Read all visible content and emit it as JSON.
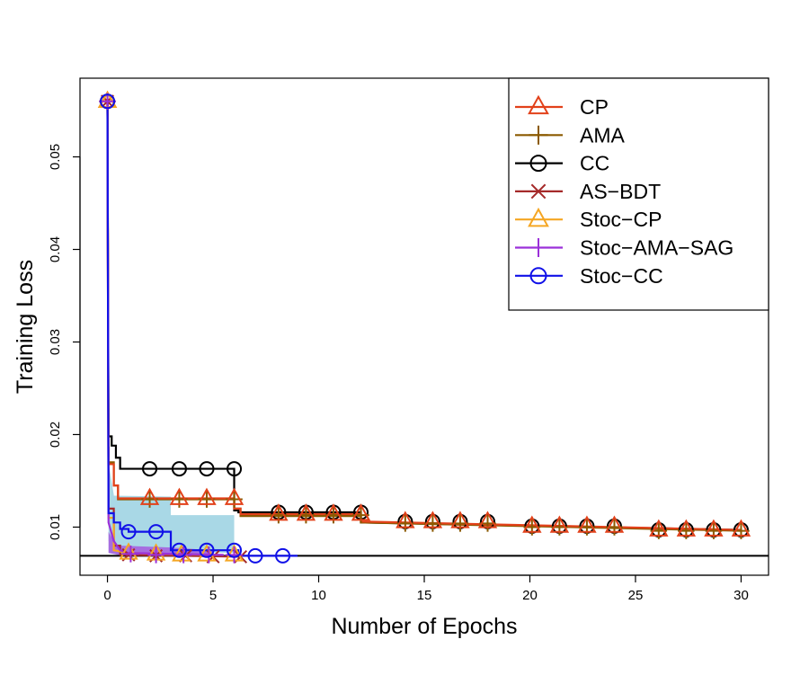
{
  "chart_data": {
    "type": "line",
    "title": "",
    "xlabel": "Number of Epochs",
    "ylabel": "Training Loss",
    "xlim": [
      -1.3,
      31.3
    ],
    "ylim": [
      0.0048,
      0.0585
    ],
    "x_ticks": [
      0,
      5,
      10,
      15,
      20,
      25,
      30
    ],
    "y_ticks": [
      0.01,
      0.02,
      0.03,
      0.04,
      0.05
    ],
    "x_tick_labels": [
      "0",
      "5",
      "10",
      "15",
      "20",
      "25",
      "30"
    ],
    "y_tick_labels": [
      "0.01",
      "0.02",
      "0.03",
      "0.04",
      "0.05"
    ],
    "grid": false,
    "legend_position": "top-right",
    "reference_line": {
      "y": 0.0069,
      "color": "#000000"
    },
    "bands": [
      {
        "series": "Stoc-CC",
        "color": "#a9d8e6",
        "x": [
          0.05,
          0.3,
          0.3,
          3.0,
          3.0,
          6.0,
          6.0
        ],
        "lower": [
          0.0085,
          0.008,
          0.0078,
          0.0076,
          0.0074,
          0.0072,
          0.0072
        ],
        "upper": [
          0.017,
          0.0135,
          0.0134,
          0.0133,
          0.0113,
          0.0113,
          0.0075
        ]
      },
      {
        "series": "Stoc-AMA-SAG",
        "color": "#a66ee0",
        "x": [
          0.05,
          0.3,
          0.5,
          3.0,
          5.0
        ],
        "lower": [
          0.0072,
          0.0071,
          0.007,
          0.007,
          0.007
        ],
        "upper": [
          0.0095,
          0.0085,
          0.008,
          0.0078,
          0.0075
        ]
      }
    ],
    "series": [
      {
        "name": "CC",
        "color": "#000000",
        "marker": "circle",
        "x": [
          0,
          0.05,
          0.2,
          0.2,
          0.4,
          0.4,
          0.6,
          0.6,
          6.0,
          6.0,
          6.2,
          6.2,
          12.0,
          12.0,
          30.0
        ],
        "y": [
          0.056,
          0.0198,
          0.0198,
          0.0188,
          0.0188,
          0.0175,
          0.0175,
          0.0163,
          0.0163,
          0.0118,
          0.0118,
          0.0116,
          0.0116,
          0.0105,
          0.0097
        ],
        "markers_x": [
          0,
          2.0,
          3.4,
          4.7,
          6.0,
          8.1,
          9.4,
          10.7,
          12.0,
          14.1,
          15.4,
          16.7,
          18.0,
          20.1,
          21.4,
          22.7,
          24.0,
          26.1,
          27.4,
          28.7,
          30.0
        ],
        "markers_y": [
          0.056,
          0.0163,
          0.0163,
          0.0163,
          0.0163,
          0.0116,
          0.0116,
          0.0116,
          0.0116,
          0.0106,
          0.0106,
          0.0106,
          0.0106,
          0.0101,
          0.0101,
          0.0101,
          0.0101,
          0.0097,
          0.0097,
          0.0097,
          0.0097
        ]
      },
      {
        "name": "AMA",
        "color": "#8b5a00",
        "marker": "plus",
        "x": [
          0,
          0.05,
          0.3,
          0.3,
          0.5,
          0.5,
          6.0,
          6.0,
          6.3,
          6.3,
          12.0,
          12.0,
          30.0
        ],
        "y": [
          0.056,
          0.017,
          0.017,
          0.0145,
          0.0145,
          0.013,
          0.013,
          0.012,
          0.012,
          0.0112,
          0.0112,
          0.0105,
          0.0096
        ],
        "markers_x": [
          0,
          2.0,
          3.4,
          4.7,
          6.0,
          8.1,
          9.4,
          10.7,
          12.0,
          14.1,
          15.4,
          16.7,
          18.0,
          20.1,
          21.4,
          22.7,
          24.0,
          26.1,
          27.4,
          28.7,
          30.0
        ],
        "markers_y": [
          0.056,
          0.013,
          0.013,
          0.013,
          0.013,
          0.0113,
          0.0113,
          0.0113,
          0.0113,
          0.0104,
          0.0104,
          0.0104,
          0.0104,
          0.01,
          0.01,
          0.01,
          0.01,
          0.0096,
          0.0096,
          0.0096,
          0.0096
        ]
      },
      {
        "name": "CP",
        "color": "#e2411a",
        "marker": "triangle",
        "x": [
          0,
          0.05,
          0.3,
          0.3,
          0.5,
          0.5,
          6.0,
          6.0,
          6.3,
          6.3,
          12.0,
          12.0,
          30.0
        ],
        "y": [
          0.056,
          0.0168,
          0.0168,
          0.0145,
          0.0145,
          0.0131,
          0.0131,
          0.012,
          0.012,
          0.0114,
          0.0114,
          0.0106,
          0.0097
        ],
        "markers_x": [
          0,
          2.0,
          3.4,
          4.7,
          6.0,
          8.1,
          9.4,
          10.7,
          12.0,
          14.1,
          15.4,
          16.7,
          18.0,
          20.1,
          21.4,
          22.7,
          24.0,
          26.1,
          27.4,
          28.7,
          30.0
        ],
        "markers_y": [
          0.056,
          0.0131,
          0.0131,
          0.0131,
          0.0131,
          0.0114,
          0.0114,
          0.0114,
          0.0114,
          0.0106,
          0.0106,
          0.0106,
          0.0106,
          0.0101,
          0.0101,
          0.0101,
          0.0101,
          0.0097,
          0.0097,
          0.0097,
          0.0097
        ]
      },
      {
        "name": "AS−BDT",
        "color": "#a52a2a",
        "marker": "cross",
        "x": [
          0,
          0.05,
          0.3,
          0.3,
          0.6,
          0.6,
          6.3
        ],
        "y": [
          0.056,
          0.012,
          0.012,
          0.008,
          0.008,
          0.007,
          0.0068
        ],
        "markers_x": [
          0,
          1.0,
          2.3,
          3.7,
          5.0,
          6.3
        ],
        "markers_y": [
          0.056,
          0.007,
          0.0069,
          0.0069,
          0.0068,
          0.0068
        ]
      },
      {
        "name": "Stoc−CP",
        "color": "#f5a623",
        "marker": "triangle",
        "x": [
          0,
          0.05,
          0.3,
          0.3,
          1.0,
          5.0
        ],
        "y": [
          0.056,
          0.011,
          0.011,
          0.0075,
          0.0072,
          0.007
        ],
        "markers_x": [
          0,
          1.0,
          2.3,
          3.5,
          4.7,
          6.0
        ],
        "markers_y": [
          0.056,
          0.0072,
          0.0071,
          0.007,
          0.007,
          0.007
        ]
      },
      {
        "name": "Stoc−AMA−SAG",
        "color": "#9b30d9",
        "marker": "plus",
        "x": [
          0,
          0.05,
          0.3,
          0.6,
          1.0,
          5.5
        ],
        "y": [
          0.056,
          0.0105,
          0.0085,
          0.0075,
          0.0072,
          0.007
        ],
        "markers_x": [
          0,
          1.1,
          2.3,
          3.6,
          4.8,
          6.0
        ],
        "markers_y": [
          0.056,
          0.0071,
          0.007,
          0.007,
          0.007,
          0.007
        ]
      },
      {
        "name": "Stoc−CC",
        "color": "#1010e8",
        "marker": "circle",
        "x": [
          0,
          0.05,
          0.3,
          0.3,
          0.6,
          0.6,
          1.0,
          1.0,
          3.0,
          3.0,
          6.2,
          6.2,
          8.4,
          9.0
        ],
        "y": [
          0.056,
          0.0115,
          0.0115,
          0.0105,
          0.0105,
          0.0098,
          0.0098,
          0.0095,
          0.0095,
          0.0075,
          0.0075,
          0.0069,
          0.0069,
          0.0069
        ],
        "markers_x": [
          0,
          1.0,
          2.3,
          3.4,
          4.7,
          6.0,
          7.0,
          8.3
        ],
        "markers_y": [
          0.056,
          0.0095,
          0.0095,
          0.0075,
          0.0075,
          0.0075,
          0.0069,
          0.0069
        ]
      }
    ],
    "legend": [
      {
        "name": "CP",
        "color": "#e2411a",
        "marker": "triangle"
      },
      {
        "name": "AMA",
        "color": "#8b5a00",
        "marker": "plus"
      },
      {
        "name": "CC",
        "color": "#000000",
        "marker": "circle"
      },
      {
        "name": "AS−BDT",
        "color": "#a52a2a",
        "marker": "cross"
      },
      {
        "name": "Stoc−CP",
        "color": "#f5a623",
        "marker": "triangle"
      },
      {
        "name": "Stoc−AMA−SAG",
        "color": "#9b30d9",
        "marker": "plus"
      },
      {
        "name": "Stoc−CC",
        "color": "#1010e8",
        "marker": "circle"
      }
    ]
  }
}
